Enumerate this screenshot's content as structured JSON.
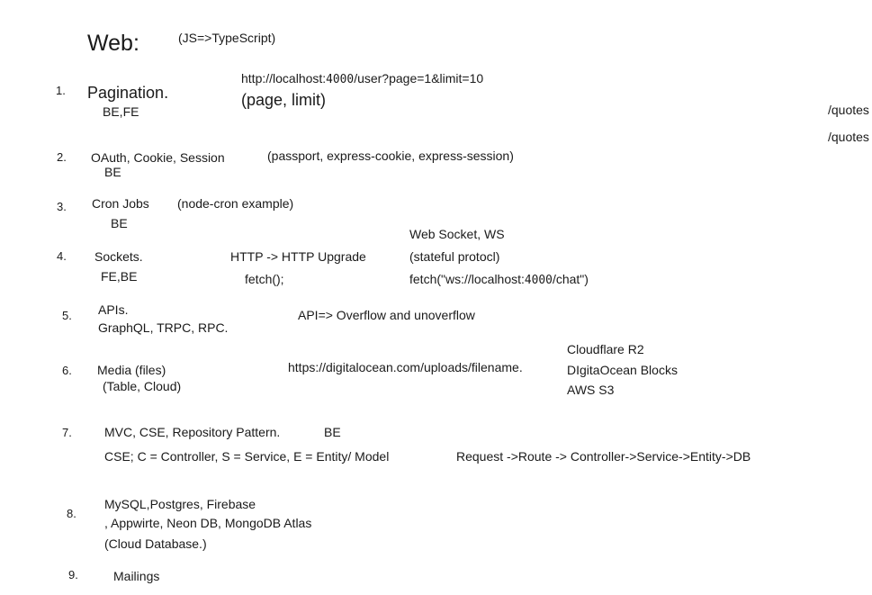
{
  "header": {
    "title": "Web:",
    "subtitle": "(JS=>TypeScript)"
  },
  "side_notes": [
    "/quotes",
    "/quotes"
  ],
  "items": [
    {
      "num": "1.",
      "name": "Pagination.",
      "tags": "BE,FE",
      "url_prefix": "http://localhost:",
      "url_port": "4000",
      "url_suffix": "/user?page=1&limit=10",
      "params": "(page, limit)"
    },
    {
      "num": "2.",
      "name": "OAuth, Cookie, Session",
      "tags": "BE",
      "note": "(passport, express-cookie, express-session)"
    },
    {
      "num": "3.",
      "name": "Cron Jobs",
      "tags": "BE",
      "note": "(node-cron example)"
    },
    {
      "num": "4.",
      "name": "Sockets.",
      "tags": "FE,BE",
      "http": "HTTP ->  HTTP Upgrade",
      "fetch": "fetch();",
      "ws_title": "Web Socket, WS",
      "ws_note": "(stateful protocl)",
      "ws_fetch_prefix": "fetch(\"ws://localhost:",
      "ws_fetch_port": "4000",
      "ws_fetch_suffix": "/chat\")"
    },
    {
      "num": "5.",
      "name": "APIs.",
      "sub": "GraphQL, TRPC, RPC.",
      "note": "API=> Overflow and unoverflow"
    },
    {
      "num": "6.",
      "name": "Media (files)",
      "sub": "(Table, Cloud)",
      "url": "https://digitalocean.com/uploads/filename.",
      "providers": [
        "Cloudflare R2",
        "DIgitaOcean Blocks",
        "AWS S3"
      ]
    },
    {
      "num": "7.",
      "name": "MVC, CSE, Repository Pattern.",
      "tags": "BE",
      "cse": "CSE; C = Controller, S = Service, E = Entity/ Model",
      "flow": "Request ->Route -> Controller->Service->Entity->DB"
    },
    {
      "num": "8.",
      "lines": [
        "MySQL,Postgres, Firebase",
        ", Appwirte, Neon DB, MongoDB Atlas",
        "(Cloud Database.)"
      ]
    },
    {
      "num": "9.",
      "name": "Mailings"
    }
  ]
}
